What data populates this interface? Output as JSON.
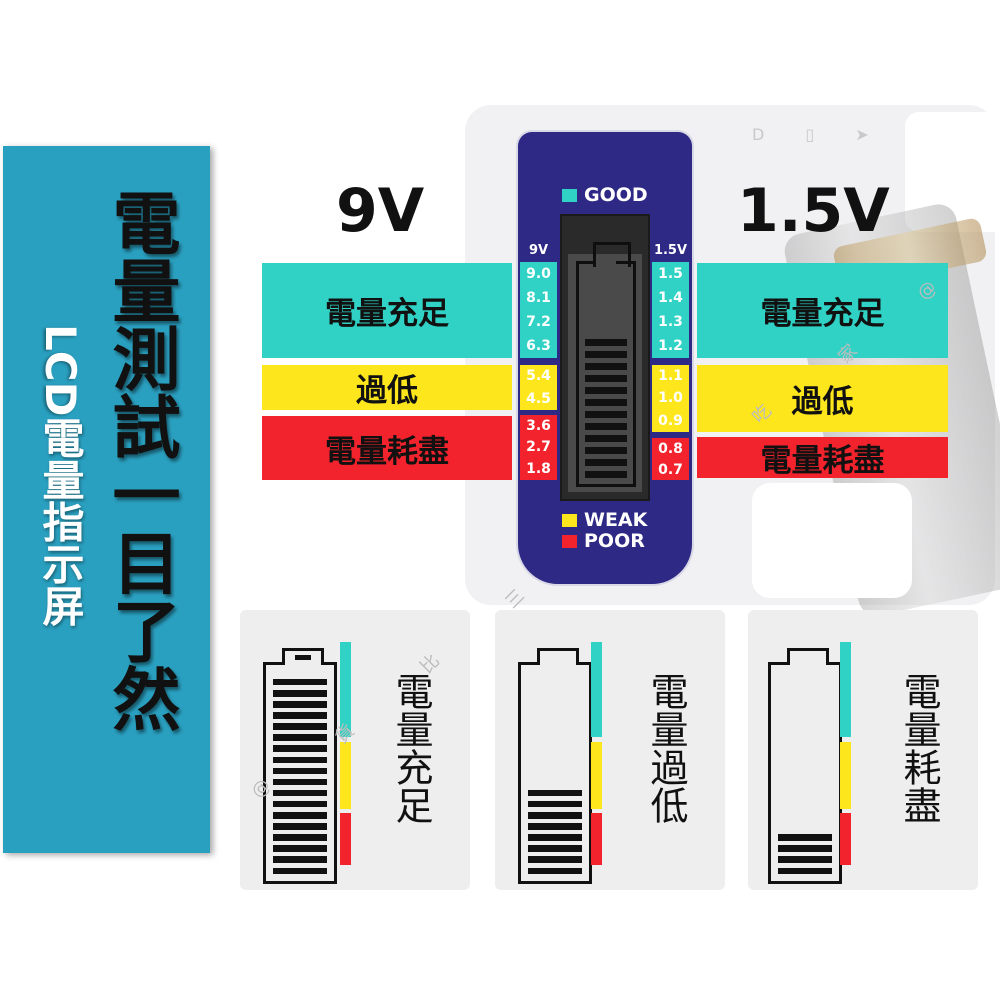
{
  "side_panel": {
    "title": "電量測試一目了然",
    "subtitle": "LCD電量指示屏",
    "color": "#2aa0c0"
  },
  "headings": {
    "left": "9V",
    "right": "1.5V"
  },
  "bands": {
    "left": [
      {
        "label": "電量充足",
        "color": "#2fd2c4"
      },
      {
        "label": "過低",
        "color": "#fde71c"
      },
      {
        "label": "電量耗盡",
        "color": "#f2232c"
      }
    ],
    "right": [
      {
        "label": "電量充足",
        "color": "#2fd2c4"
      },
      {
        "label": "過低",
        "color": "#fde71c"
      },
      {
        "label": "電量耗盡",
        "color": "#f2232c"
      }
    ]
  },
  "device": {
    "color": "#2e2984",
    "legend": {
      "good": "GOOD",
      "weak": "WEAK",
      "poor": "POOR"
    },
    "scale_9v": {
      "header": "9V",
      "good": [
        "9.0",
        "8.1",
        "7.2",
        "6.3"
      ],
      "weak": [
        "5.4",
        "4.5"
      ],
      "poor": [
        "3.6",
        "2.7",
        "1.8"
      ]
    },
    "scale_1_5v": {
      "header": "1.5V",
      "good": [
        "1.5",
        "1.4",
        "1.3",
        "1.2"
      ],
      "weak": [
        "1.1",
        "1.0",
        "0.9"
      ],
      "poor": [
        "0.8",
        "0.7"
      ]
    },
    "lcd_bar_count": 12
  },
  "cards": [
    {
      "label": "電量充足",
      "bar_count": 18
    },
    {
      "label": "電量過低",
      "bar_count": 8
    },
    {
      "label": "電量耗盡",
      "bar_count": 4
    }
  ],
  "background": {
    "icons": "D ▯ ➤"
  },
  "watermark": {
    "chars": [
      "@",
      "吃",
      "貨",
      "比",
      "三",
      "家",
      "@"
    ]
  }
}
